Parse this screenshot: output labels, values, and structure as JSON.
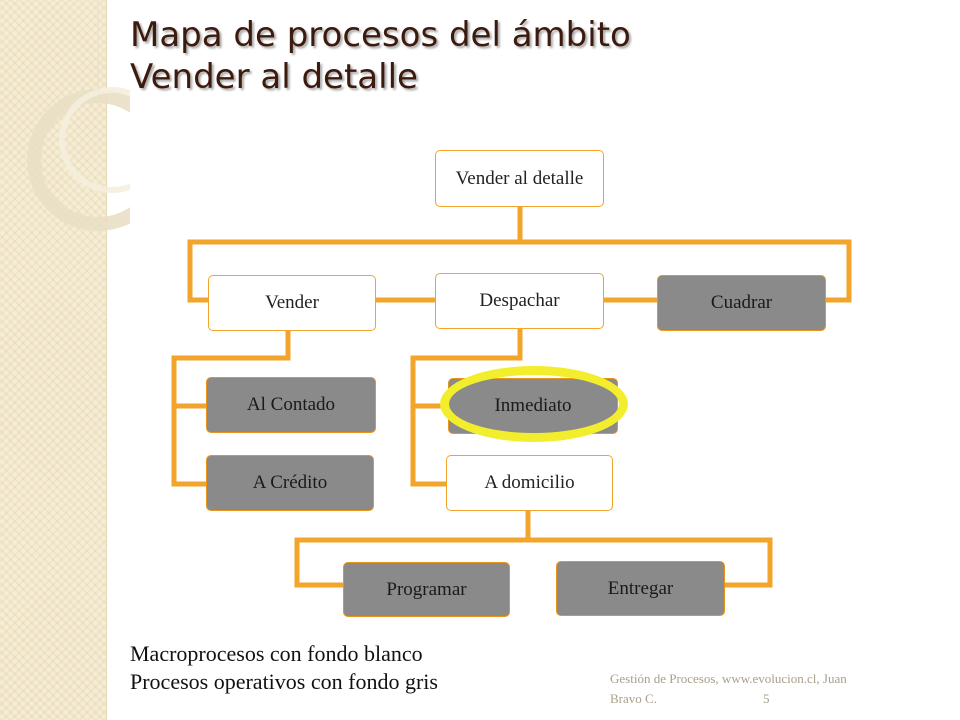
{
  "title": {
    "line1": "Mapa de procesos del ámbito",
    "line2": "Vender al detalle"
  },
  "diagram": {
    "root": "Vender al detalle",
    "vender": "Vender",
    "despachar": "Despachar",
    "cuadrar": "Cuadrar",
    "al_contado": "Al Contado",
    "a_credito": "A Crédito",
    "inmediato": "Inmediato",
    "a_domicilio": "A domicilio",
    "programar": "Programar",
    "entregar": "Entregar"
  },
  "legend": {
    "line1": "Macroprocesos con fondo blanco",
    "line2": "Procesos operativos con fondo gris"
  },
  "footer": {
    "credit": "Gestión de Procesos, www.evolucion.cl, Juan Bravo C.",
    "page": "5"
  },
  "colors": {
    "connector": "#f2a52a",
    "macro_fill": "#ffffff",
    "operative_fill": "#8a8a8a",
    "highlight": "#f2ee2e",
    "title": "#3d1a0e"
  }
}
